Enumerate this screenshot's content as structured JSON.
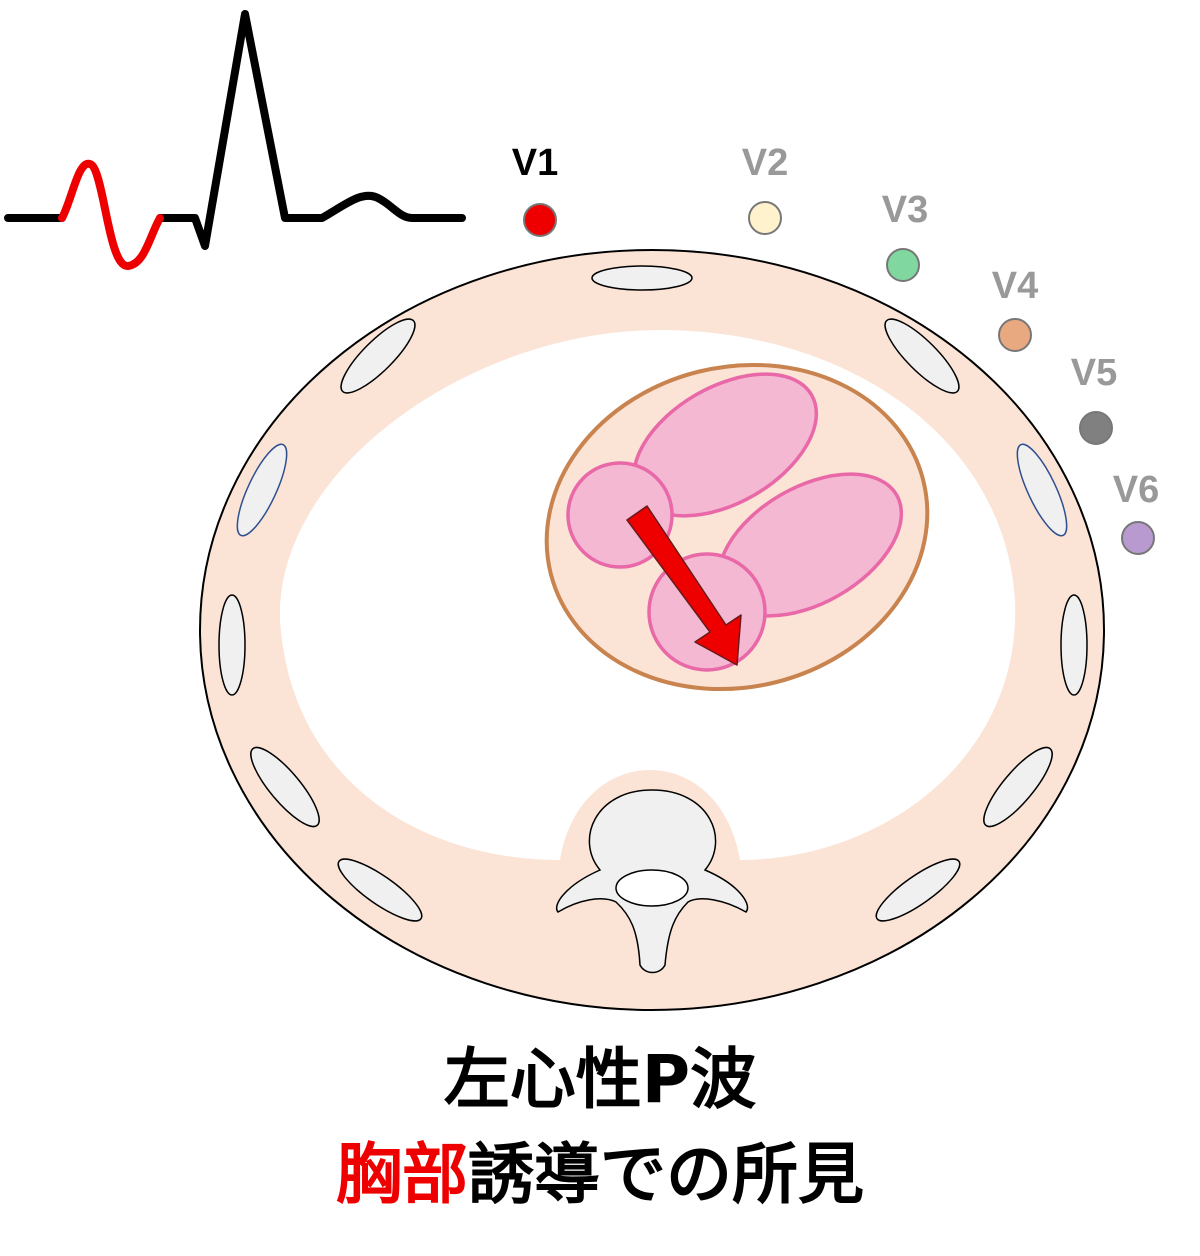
{
  "colors": {
    "tissue": "#fbe3d6",
    "bone": "#f0f0f0",
    "heart_chamber": "#f4b8d2",
    "heart_outline": "#e868a8",
    "pericardium": "#c8834e",
    "arrow": "#ee0000",
    "p_wave": "#ee0000",
    "ecg_line": "#000000",
    "caption_highlight": "#ee0000"
  },
  "leads": [
    {
      "label": "V1",
      "color": "#ee0000",
      "label_color": "#000000"
    },
    {
      "label": "V2",
      "color": "#fff2cc",
      "label_color": "#999999"
    },
    {
      "label": "V3",
      "color": "#80d8a0",
      "label_color": "#999999"
    },
    {
      "label": "V4",
      "color": "#e8a880",
      "label_color": "#999999"
    },
    {
      "label": "V5",
      "color": "#808080",
      "label_color": "#999999"
    },
    {
      "label": "V6",
      "color": "#b89ad0",
      "label_color": "#999999"
    }
  ],
  "caption": {
    "line1": "左心性P波",
    "line2_highlight": "胸部",
    "line2_rest": "誘導での所見"
  }
}
